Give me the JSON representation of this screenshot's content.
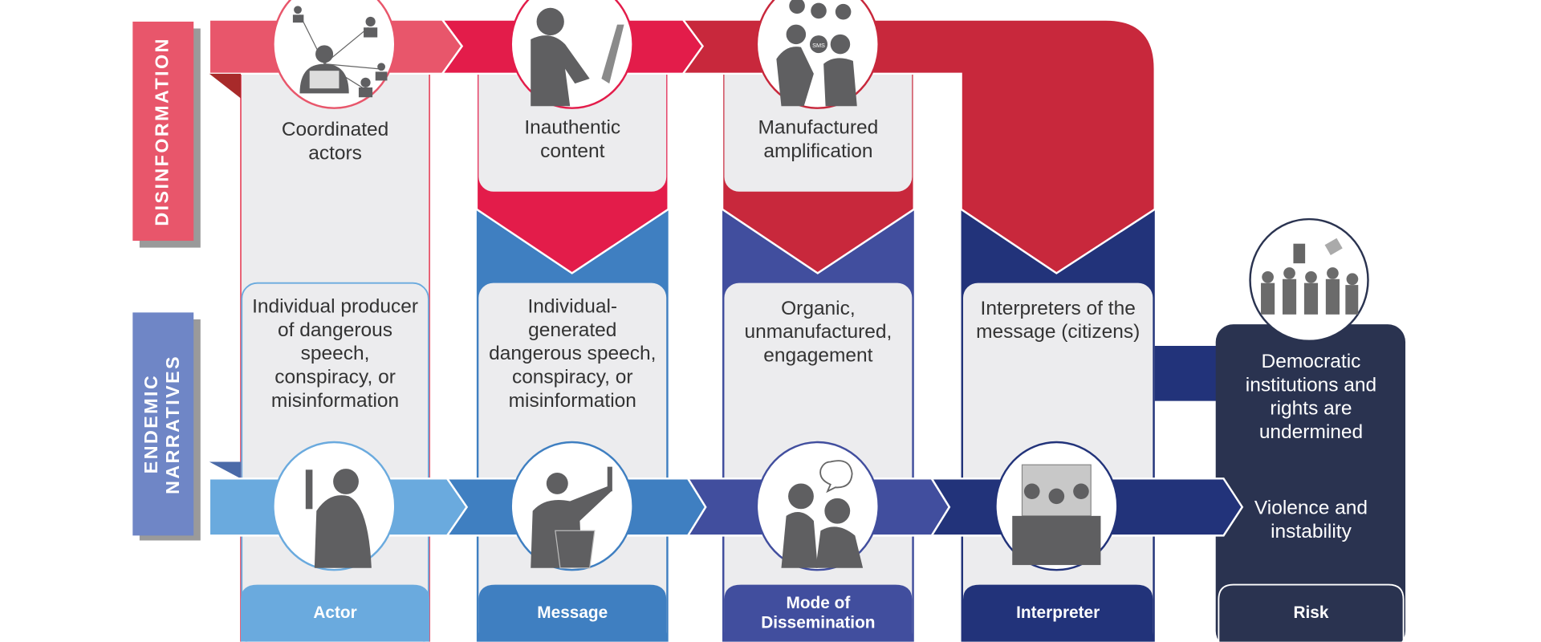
{
  "rows": {
    "disinformation": "DISINFORMATION",
    "endemic": "ENDEMIC NARRATIVES"
  },
  "disinformation": {
    "actor": "Coordinated actors",
    "message": "Inauthentic content",
    "mode": "Manufactured amplification"
  },
  "endemic": {
    "actor": "Individual producer of dangerous speech, conspiracy, or misinformation",
    "message": "Individual-generated dangerous speech, conspiracy, or misinformation",
    "mode": "Organic, unmanufactured, engagement",
    "interpreter": "Interpreters of the message (citizens)"
  },
  "risk": {
    "item1": "Democratic institutions and rights are undermined",
    "item2": "Violence and instability"
  },
  "columns": {
    "actor": "Actor",
    "message": "Message",
    "mode": "Mode of Dissemination",
    "interpreter": "Interpreter",
    "risk": "Risk"
  },
  "icons": {
    "sms": "SMS"
  },
  "colors": {
    "pink": "#e8566b",
    "crimson": "#e31c4a",
    "red": "#c8283c",
    "light_blue": "#6aaade",
    "blue": "#3f7fc1",
    "indigo": "#414e9e",
    "navy": "#22337a",
    "dark": "#2a3350",
    "grey_box": "#ececee"
  }
}
